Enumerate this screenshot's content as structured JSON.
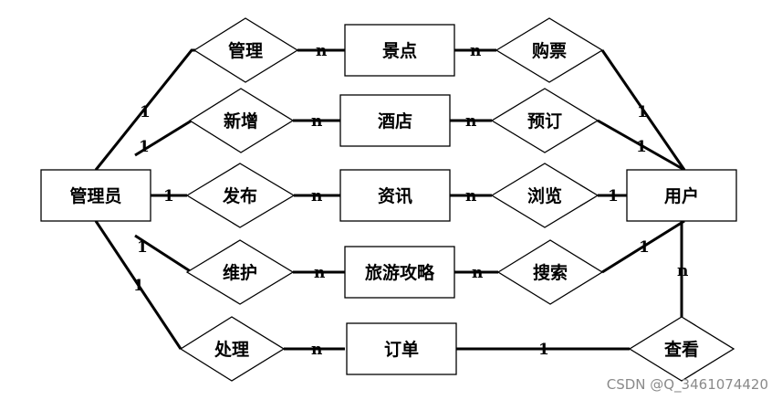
{
  "entities": {
    "admin": "管理员",
    "user": "用户",
    "spot": "景点",
    "hotel": "酒店",
    "news": "资讯",
    "guide": "旅游攻略",
    "order": "订单"
  },
  "relationships": {
    "manage": "管理",
    "add": "新增",
    "publish": "发布",
    "maintain": "维护",
    "handle": "处理",
    "buy": "购票",
    "reserve": "预订",
    "browse": "浏览",
    "search": "搜索",
    "view": "查看"
  },
  "cardinality": {
    "one": "1",
    "many": "n"
  },
  "watermark": "CSDN @Q_3461074420"
}
